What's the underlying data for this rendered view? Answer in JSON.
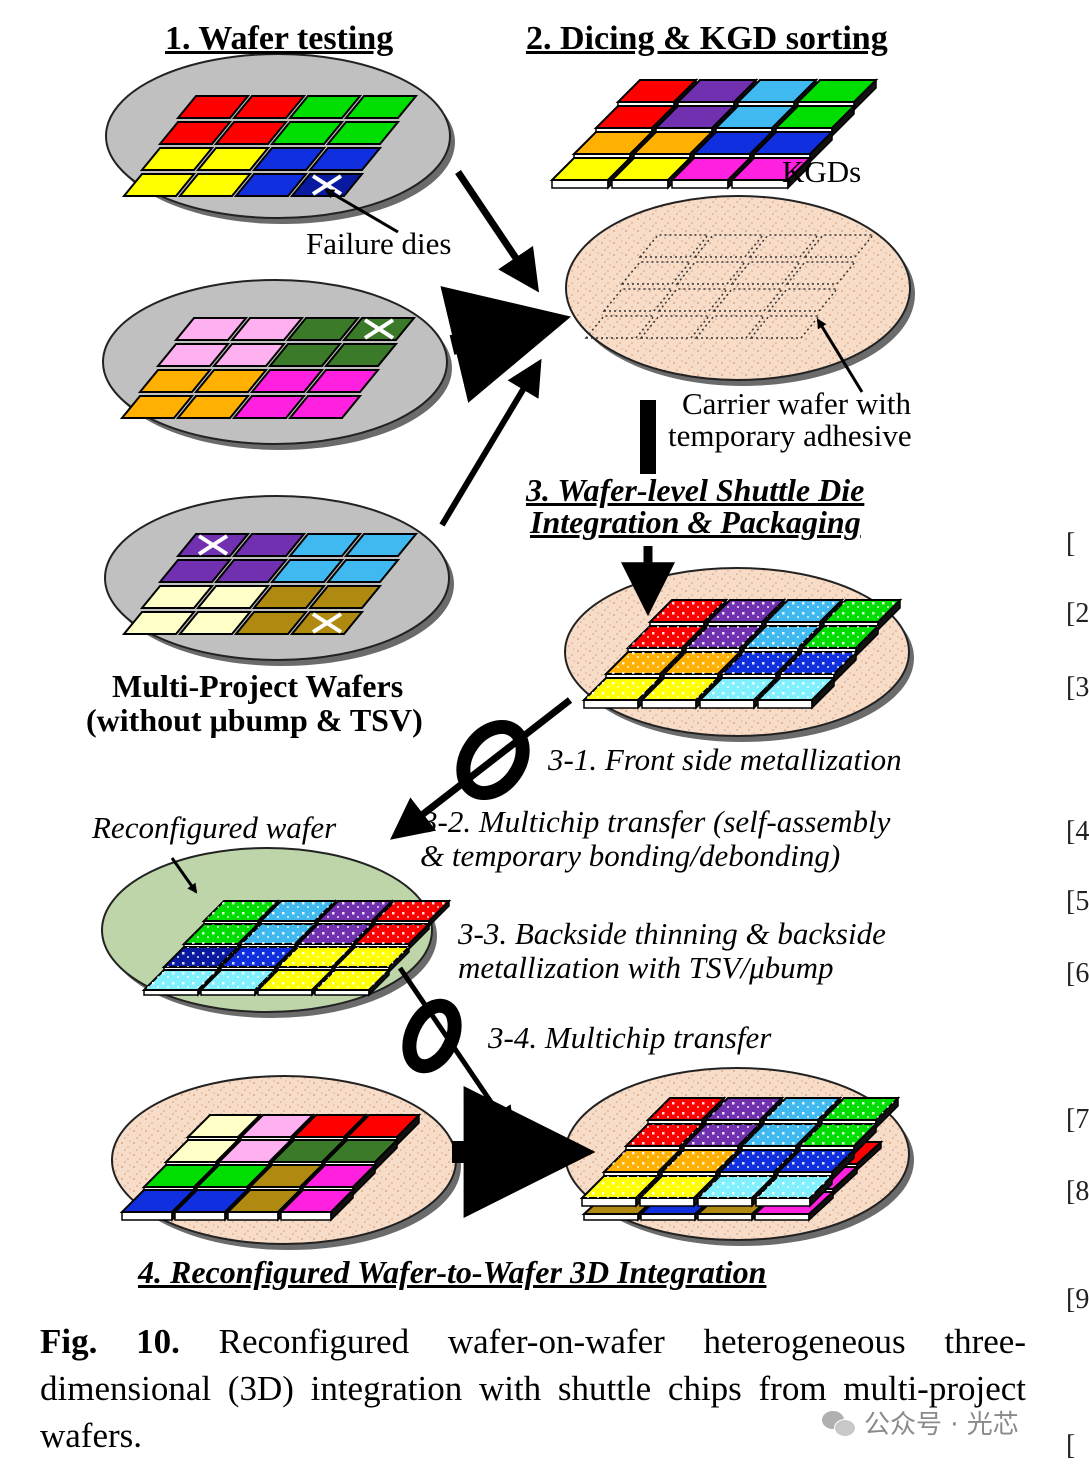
{
  "labels": {
    "step1": "1. Wafer testing",
    "step2": "2. Dicing & KGD sorting",
    "kgds": "KGDs",
    "failure_dies": "Failure dies",
    "carrier1": "Carrier wafer with",
    "carrier2": "temporary adhesive",
    "step3a": "3. Wafer-level Shuttle Die",
    "step3b": "Integration & Packaging",
    "mpw1": "Multi-Project Wafers",
    "mpw2": "(without μbump & TSV)",
    "s31": "3-1. Front side metallization",
    "s32a": "3-2. Multichip transfer (self-assembly",
    "s32b": "& temporary bonding/debonding)",
    "reconfigured": "Reconfigured wafer",
    "s33a": "3-3. Backside thinning & backside",
    "s33b": "metallization with TSV/μbump",
    "s34": "3-4. Multichip transfer",
    "step4": "4. Reconfigured Wafer-to-Wafer 3D Integration"
  },
  "caption": {
    "fig": "Fig. 10.",
    "text": " Reconfigured wafer-on-wafer heterogeneous three-dimensional (3D) integration with shuttle chips from multi-project wafers."
  },
  "sidebar_brackets": [
    "[",
    "[2",
    "[3",
    "[4",
    "[5",
    "[6",
    "[7",
    "[8",
    "[9",
    "["
  ],
  "watermark": "公众号 · 光芯",
  "colors": {
    "red": "#ff0000",
    "green": "#00dd00",
    "yellow": "#ffff00",
    "orange": "#ffb000",
    "blue": "#1030e0",
    "navy": "#0a1aa0",
    "pink": "#ffb0f0",
    "darkgreen": "#3a7a28",
    "magenta": "#ff20e0",
    "purple": "#7030b0",
    "skyblue": "#40b8f0",
    "cream": "#ffffc8",
    "gold": "#b08a10",
    "cyan": "#80f0ff",
    "wafer_gray": "#c0c0c0",
    "carrier": "#f7dcc8",
    "reconfig_green": "#bdd5a8"
  }
}
